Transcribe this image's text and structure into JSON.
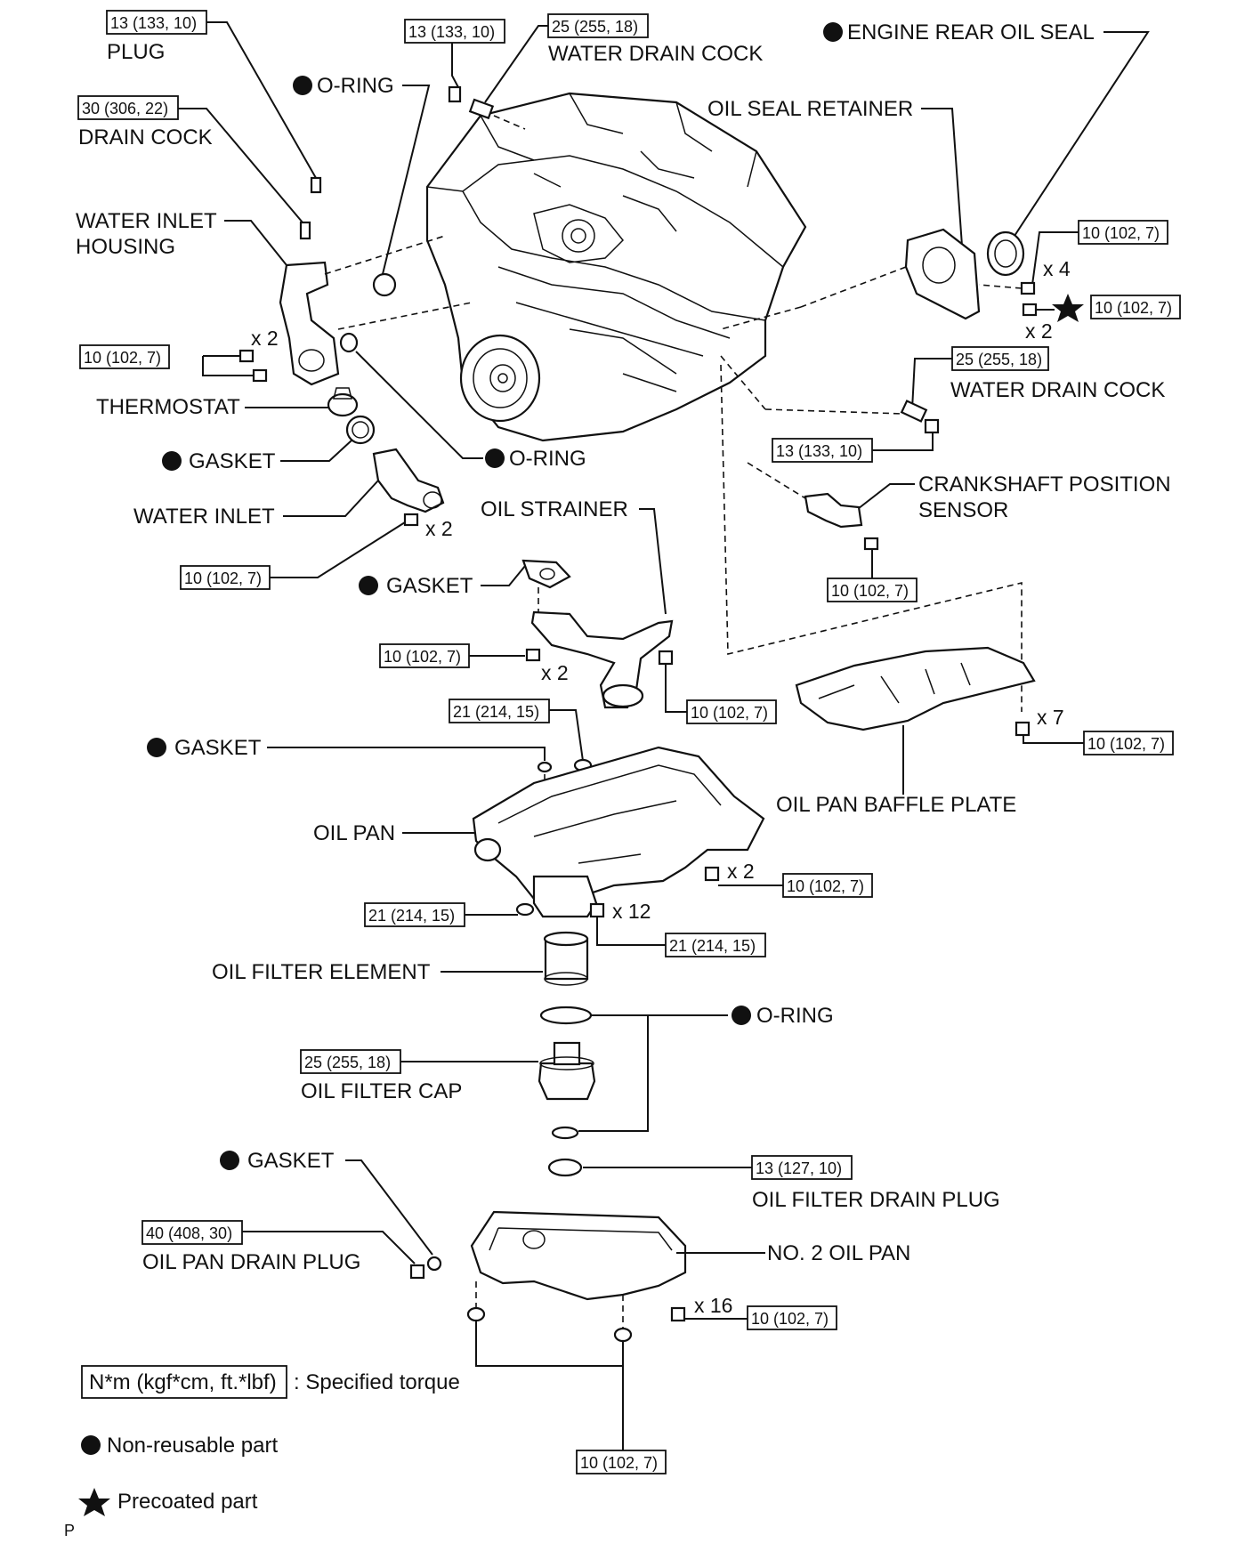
{
  "labels": {
    "plug": "PLUG",
    "o_ring_top": "O-RING",
    "drain_cock": "DRAIN COCK",
    "water_drain_cock_top": "WATER DRAIN COCK",
    "engine_rear_oil_seal": "ENGINE REAR OIL SEAL",
    "oil_seal_retainer": "OIL SEAL RETAINER",
    "water_inlet_housing_1": "WATER INLET",
    "water_inlet_housing_2": "HOUSING",
    "thermostat": "THERMOSTAT",
    "gasket_1": "GASKET",
    "o_ring_mid": "O-RING",
    "water_inlet": "WATER INLET",
    "water_drain_cock_right": "WATER DRAIN COCK",
    "crankshaft_sensor_1": "CRANKSHAFT POSITION",
    "crankshaft_sensor_2": "SENSOR",
    "oil_strainer": "OIL STRAINER",
    "gasket_2": "GASKET",
    "gasket_3": "GASKET",
    "oil_pan": "OIL PAN",
    "oil_pan_baffle_plate": "OIL PAN BAFFLE PLATE",
    "oil_filter_element": "OIL FILTER ELEMENT",
    "o_ring_filter": "O-RING",
    "oil_filter_cap": "OIL FILTER CAP",
    "gasket_4": "GASKET",
    "oil_filter_drain_plug": "OIL FILTER DRAIN PLUG",
    "oil_pan_drain_plug": "OIL PAN DRAIN PLUG",
    "no2_oil_pan": "NO. 2 OIL PAN"
  },
  "torques": {
    "plug": "13 (133, 10)",
    "drain_cock": "30 (306, 22)",
    "top_bolt": "13 (133, 10)",
    "water_drain_cock_top": "25 (255, 18)",
    "retainer_bolt": "10 (102, 7)",
    "retainer_bolt_precoated": "10 (102, 7)",
    "housing_bolt": "10 (102, 7)",
    "water_drain_cock_right": "25 (255, 18)",
    "right_bolt": "13 (133, 10)",
    "water_inlet_bolt": "10 (102, 7)",
    "sensor_bolt": "10 (102, 7)",
    "strainer_nut": "10 (102, 7)",
    "strainer_bolt": "10 (102, 7)",
    "baffle_bolt": "10 (102, 7)",
    "oil_pan_stud": "21 (214, 15)",
    "oil_pan_side_bolt": "10 (102, 7)",
    "oil_pan_nut": "21 (214, 15)",
    "oil_pan_bolt": "21 (214, 15)",
    "oil_filter_cap": "25 (255, 18)",
    "oil_filter_drain_plug": "13 (127, 10)",
    "oil_pan_drain_plug": "40 (408, 30)",
    "no2_oil_pan_bolt": "10 (102, 7)",
    "no2_oil_pan_nut": "10 (102, 7)"
  },
  "quantities": {
    "retainer_bolts": "x 4",
    "retainer_precoated": "x 2",
    "housing_bolts": "x 2",
    "water_inlet_bolts": "x 2",
    "strainer_nuts": "x 2",
    "baffle_bolts": "x 7",
    "oil_pan_side_bolts": "x 2",
    "oil_pan_bolts": "x 12",
    "no2_oil_pan_bolts": "x 16"
  },
  "legend": {
    "torque_box": "N*m (kgf*cm, ft.*lbf)",
    "torque_desc": ": Specified torque",
    "non_reusable": "Non-reusable part",
    "precoated": "Precoated part"
  },
  "corner_mark": "P"
}
